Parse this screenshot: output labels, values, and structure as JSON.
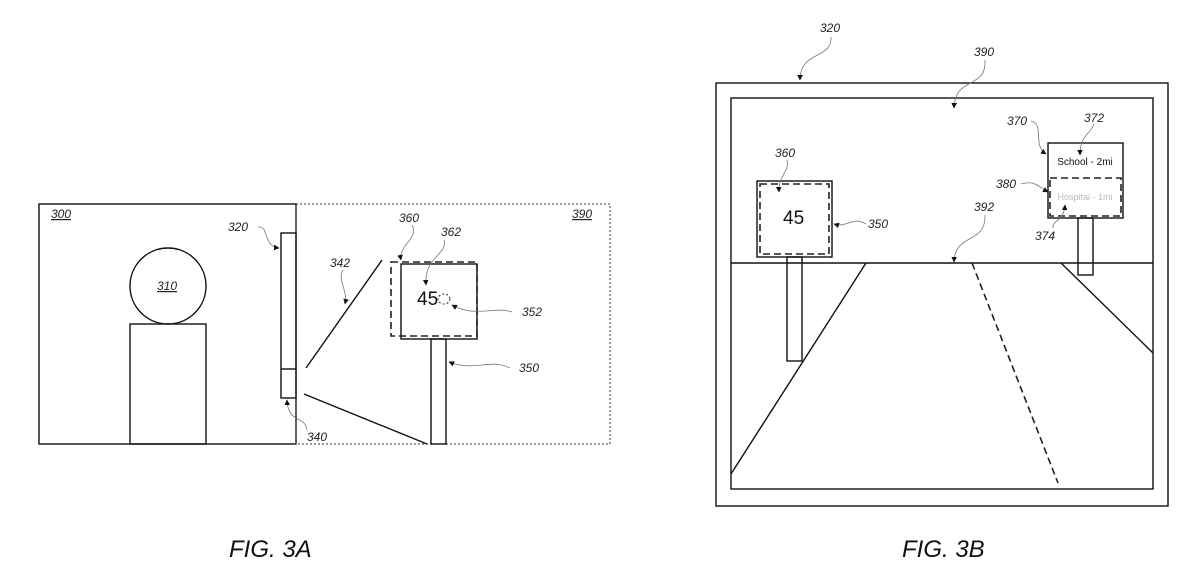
{
  "figures": {
    "fig3a": {
      "caption": "FIG. 3A",
      "labels": {
        "vehicle": "300",
        "occupant_head": "310",
        "display": "320",
        "display_region": "340",
        "view_line": "342",
        "sign": "350",
        "sign_content": "352",
        "overlay_box": "360",
        "overlay_text": "362",
        "scene": "390"
      },
      "sign_text": "45"
    },
    "fig3b": {
      "caption": "FIG. 3B",
      "labels": {
        "display": "320",
        "scene": "390",
        "overlay_box": "360",
        "sign": "350",
        "info_sign": "370",
        "info_sign_text": "372",
        "obscured_box": "380",
        "obscured_text": "374",
        "horizon": "392"
      },
      "speed_sign_text": "45",
      "info_sign_line1": "School - 2mi",
      "info_sign_line2": "Hospital - 1mi"
    }
  }
}
